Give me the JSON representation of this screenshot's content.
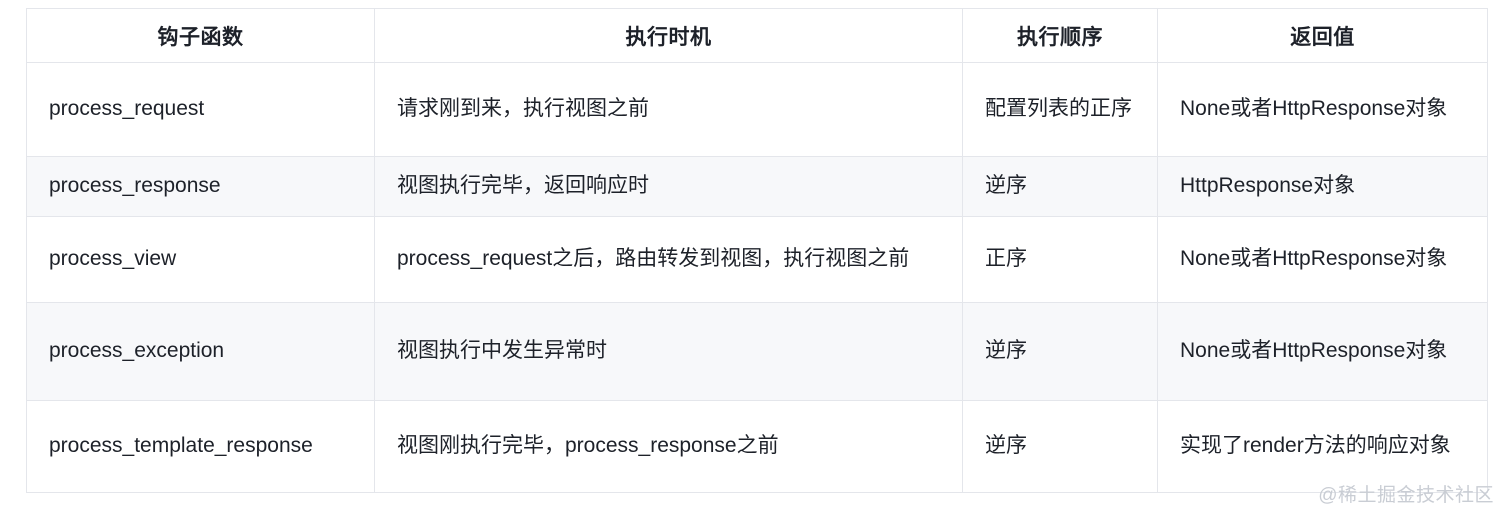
{
  "table": {
    "columns": [
      {
        "key": "hook",
        "label": "钩子函数"
      },
      {
        "key": "timing",
        "label": "执行时机"
      },
      {
        "key": "order",
        "label": "执行顺序"
      },
      {
        "key": "returns",
        "label": "返回值"
      }
    ],
    "rows": [
      {
        "hook": "process_request",
        "timing": "请求刚到来，执行视图之前",
        "order": "配置列表的正序",
        "returns": "None或者HttpResponse对象"
      },
      {
        "hook": "process_response",
        "timing": "视图执行完毕，返回响应时",
        "order": "逆序",
        "returns": "HttpResponse对象"
      },
      {
        "hook": "process_view",
        "timing": "process_request之后，路由转发到视图，执行视图之前",
        "order": "正序",
        "returns": "None或者HttpResponse对象"
      },
      {
        "hook": "process_exception",
        "timing": "视图执行中发生异常时",
        "order": "逆序",
        "returns": "None或者HttpResponse对象"
      },
      {
        "hook": "process_template_response",
        "timing": "视图刚执行完毕，process_response之前",
        "order": "逆序",
        "returns": "实现了render方法的响应对象"
      }
    ]
  },
  "watermark": {
    "text": "@稀土掘金技术社区"
  },
  "colors": {
    "border": "#e4e6eb",
    "text": "#1d2129",
    "row_alt_bg": "#f7f8fa",
    "row_bg": "#ffffff",
    "watermark": "#c9cdd4"
  }
}
